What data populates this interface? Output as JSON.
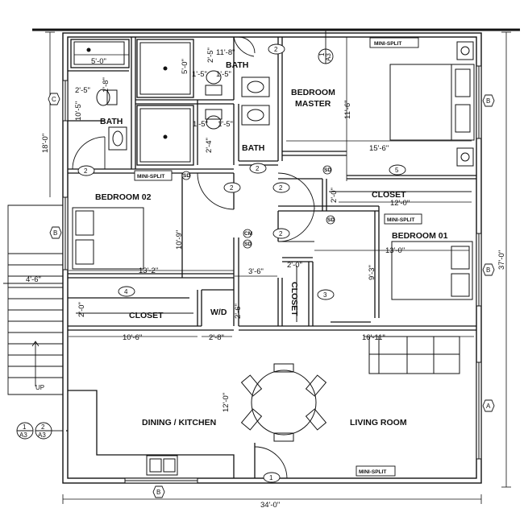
{
  "rooms": {
    "bath_top": "BATH",
    "bath_left": "BATH",
    "bath_mid": "BATH",
    "bedroom_master_line1": "BEDROOM",
    "bedroom_master_line2": "MASTER",
    "bedroom_02": "BEDROOM 02",
    "bedroom_01": "BEDROOM 01",
    "closet_left": "CLOSET",
    "closet_mid": "CLOSET",
    "closet_right": "CLOSET",
    "wd": "W/D",
    "dining_kitchen": "DINING / KITCHEN",
    "living_room": "LIVING ROOM"
  },
  "labels": {
    "minisplit": "MINI-SPLIT",
    "sd": "SD",
    "cm": "CM",
    "up": "UP"
  },
  "dims": {
    "d_5_0_top": "5'-0\"",
    "d_5_0_vert": "5'-0\"",
    "d_2_5_top": "2'-5\"",
    "d_11_8": "11'-8\"",
    "d_1_5a": "1'-5\"",
    "d_1_5b": "1'-5\"",
    "d_2_5_left": "2'-5\"",
    "d_1_8": "1'-8\"",
    "d_10_5": "10'-5\"",
    "d_18_0": "18'-0\"",
    "d_1_5c": "1'-5\"",
    "d_1_5d": "1'-5\"",
    "d_2_4": "2'-4\"",
    "d_11_6": "11'-6\"",
    "d_15_6": "15'-6\"",
    "d_12_0": "12'-0\"",
    "d_2_0_right": "2'-0\"",
    "d_10_9": "10'-9\"",
    "d_13_2": "13'-2\"",
    "d_3_6": "3'-6\"",
    "d_2_0_mid": "2'-0\"",
    "d_13_0": "13'-0\"",
    "d_9_3": "9'-3\"",
    "d_4_6": "4'-6\"",
    "d_2_0_left": "2'-0\"",
    "d_2_6": "2'-6\"",
    "d_10_6": "10'-6\"",
    "d_2_8": "2'-8\"",
    "d_16_11": "16'-11\"",
    "d_12_0_vert": "12'-0\"",
    "d_37_0": "37'-0\"",
    "d_34_0": "34'-0\""
  },
  "door_tags": {
    "t1": "1",
    "t2a": "2",
    "t2b": "2",
    "t2c": "2",
    "t2d": "2",
    "t2e": "2",
    "t2f": "2",
    "t2g": "2",
    "t3": "3",
    "t4": "4",
    "t5": "5"
  },
  "grid_tags": {
    "A": "A",
    "B": "B",
    "C": "C"
  },
  "section_marks": {
    "s1_num": "1",
    "s1_sheet": "A3",
    "s2_num": "2",
    "s2_sheet": "A3",
    "top_num": "1",
    "top_sheet": "A3"
  }
}
